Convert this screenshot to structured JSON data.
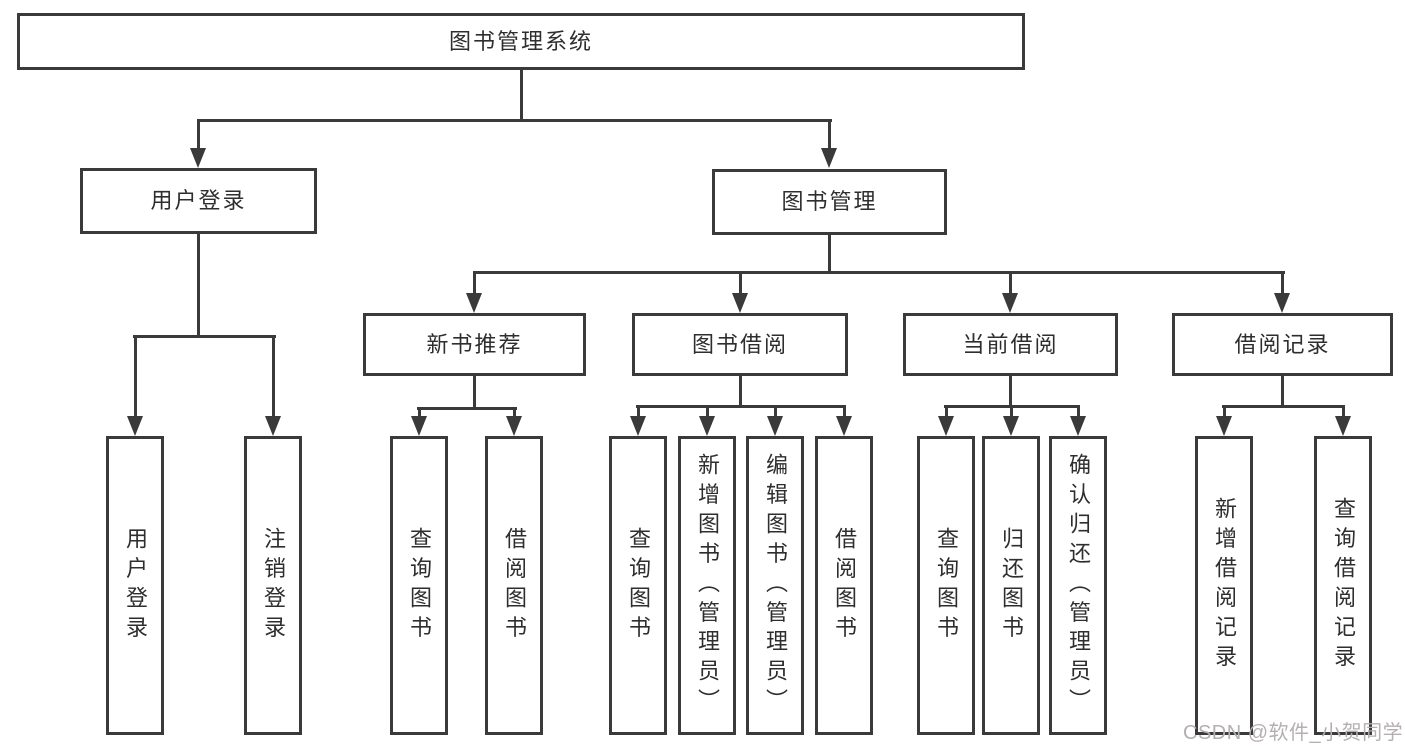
{
  "diagram": {
    "root": "图书管理系统",
    "branches": [
      {
        "label": "用户登录",
        "children": [
          "用户登录",
          "注销登录"
        ]
      },
      {
        "label": "图书管理",
        "groups": [
          {
            "label": "新书推荐",
            "children": [
              "查询图书",
              "借阅图书"
            ]
          },
          {
            "label": "图书借阅",
            "children": [
              "查询图书",
              "新增图书（管理员）",
              "编辑图书（管理员）",
              "借阅图书"
            ]
          },
          {
            "label": "当前借阅",
            "children": [
              "查询图书",
              "归还图书",
              "确认归还（管理员）"
            ]
          },
          {
            "label": "借阅记录",
            "children": [
              "新增借阅记录",
              "查询借阅记录"
            ]
          }
        ]
      }
    ]
  },
  "watermark": "CSDN @软件_小贺同学",
  "colors": {
    "line": "#3a3a3a",
    "text": "#2e2e2e",
    "box_background": "#ffffff",
    "page_background": "#ffffff",
    "watermark": "#b5afb2"
  }
}
